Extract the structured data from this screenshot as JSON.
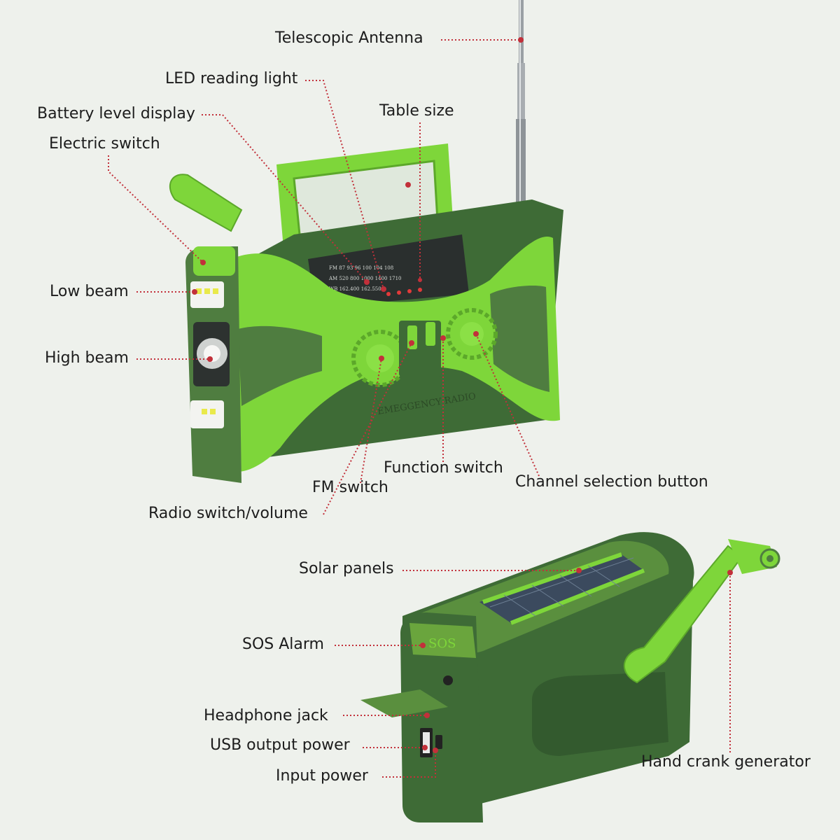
{
  "colors": {
    "background": "#eef1ec",
    "body_light_green": "#7ed63a",
    "body_dark_green": "#3e6b36",
    "body_mid_green": "#5a8f3e",
    "leader_line": "#c2303a",
    "label_text": "#1c1c1c"
  },
  "labels": {
    "telescopic_antenna": "Telescopic Antenna",
    "led_reading_light": "LED reading light",
    "battery_level_display": "Battery level display",
    "table_size": "Table size",
    "electric_switch": "Electric switch",
    "low_beam": "Low beam",
    "high_beam": "High beam",
    "function_switch": "Function switch",
    "fm_switch": "FM switch",
    "channel_selection_button": "Channel selection button",
    "radio_switch_volume": "Radio switch/volume",
    "solar_panels": "Solar panels",
    "sos_alarm": "SOS Alarm",
    "headphone_jack": "Headphone jack",
    "usb_output_power": "USB output power",
    "input_power": "Input power",
    "hand_crank_generator": "Hand crank generator"
  },
  "device_text": {
    "front_label": "EMEGGENCY RADIO",
    "sos_button": "SOS",
    "dial_row_fm": "FM 87 93 96 100 104 108",
    "dial_row_am": "AM 520 800 1000 1400 1710",
    "dial_row_wb": "WB 162.400 162.550"
  },
  "icons": [
    "antenna-icon",
    "flashlight-icon",
    "led-icon",
    "knob-icon",
    "solar-panel-icon",
    "usb-port-icon",
    "crank-handle-icon"
  ]
}
